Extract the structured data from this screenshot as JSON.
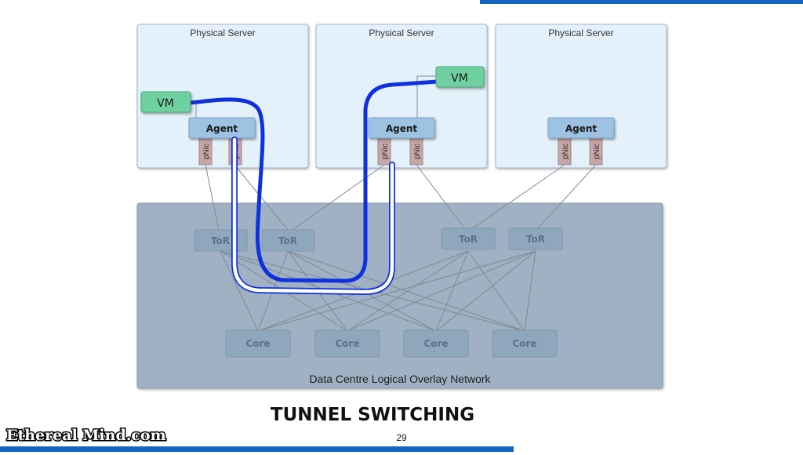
{
  "slide": {
    "title": "TUNNEL SWITCHING",
    "page_number": "29",
    "logo_text": "Ethereal Mind.com"
  },
  "servers": [
    {
      "label": "Physical Server",
      "agent": "Agent",
      "vm": "VM",
      "pnics": [
        "pNic",
        "pNic"
      ]
    },
    {
      "label": "Physical Server",
      "agent": "Agent",
      "vm": "VM",
      "pnics": [
        "pNic",
        "pNic"
      ]
    },
    {
      "label": "Physical Server",
      "agent": "Agent",
      "pnics": [
        "pNic",
        "pNic"
      ]
    }
  ],
  "network": {
    "label": "Data Centre Logical Overlay Network",
    "tor_switches": [
      "ToR",
      "ToR",
      "ToR",
      "ToR"
    ],
    "core_switches": [
      "Core",
      "Core",
      "Core",
      "Core"
    ]
  },
  "colors": {
    "accent_blue": "#1565c0",
    "tunnel_blue": "#1030e0",
    "server_bg": "#e4f1fb",
    "network_bg": "#9fb1c2",
    "vm_green": "#6fd1a0",
    "agent_blue": "#9ec3e2",
    "pnic_mauve": "#c7a6a6",
    "switch_fill": "#8fa7bd"
  }
}
